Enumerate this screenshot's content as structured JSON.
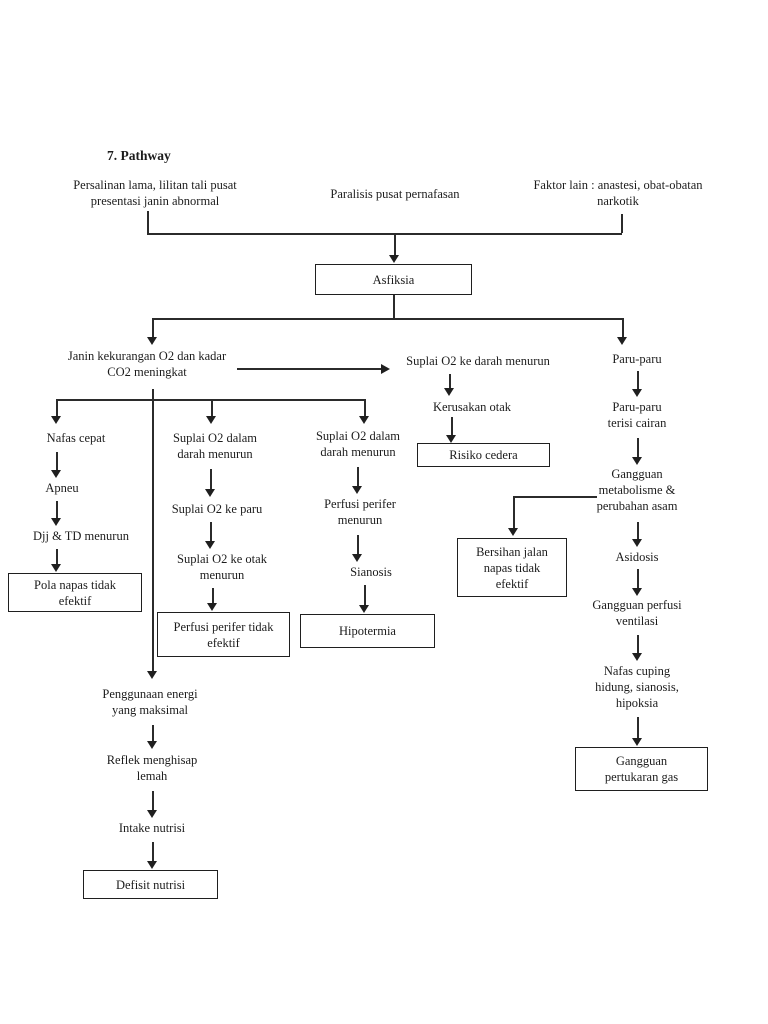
{
  "page": {
    "title": "7. Pathway",
    "background_color": "#ffffff",
    "line_color": "#2b2b2b",
    "text_color": "#1c1c1c"
  },
  "nodes": {
    "persalinan": {
      "lines": [
        "Persalinan lama, lilitan tali pusat",
        "presentasi janin abnormal"
      ]
    },
    "paralisis": {
      "lines": [
        "Paralisis pusat pernafasan"
      ]
    },
    "faktor_lain": {
      "lines": [
        "Faktor lain : anastesi, obat-obatan",
        "narkotik"
      ]
    },
    "asfiksia": {
      "lines": [
        "Asfiksia"
      ],
      "boxed": true
    },
    "janin": {
      "lines": [
        "Janin kekurangan O2 dan kadar",
        "CO2 meningkat"
      ]
    },
    "suplai_darah": {
      "lines": [
        "Suplai O2 ke darah menurun"
      ]
    },
    "kerusakan_otak": {
      "lines": [
        "Kerusakan otak"
      ]
    },
    "risiko_cedera": {
      "lines": [
        "Risiko cedera"
      ],
      "boxed": true
    },
    "paru": {
      "lines": [
        "Paru-paru"
      ]
    },
    "paru_cairan": {
      "lines": [
        "Paru-paru",
        "terisi cairan"
      ]
    },
    "gangguan_metabolisme": {
      "lines": [
        "Gangguan",
        "metabolisme &",
        "perubahan asam"
      ]
    },
    "asidosis": {
      "lines": [
        "Asidosis"
      ]
    },
    "gangguan_perfusi": {
      "lines": [
        "Gangguan perfusi",
        "ventilasi"
      ]
    },
    "nafas_cuping": {
      "lines": [
        "Nafas cuping",
        "hidung, sianosis,",
        "hipoksia"
      ]
    },
    "gangguan_pertukaran": {
      "lines": [
        "Gangguan",
        "pertukaran gas"
      ],
      "boxed": true
    },
    "bersihan": {
      "lines": [
        "Bersihan jalan",
        "napas tidak",
        "efektif"
      ],
      "boxed": true
    },
    "nafas_cepat": {
      "lines": [
        "Nafas cepat"
      ]
    },
    "apneu": {
      "lines": [
        "Apneu"
      ]
    },
    "djj": {
      "lines": [
        "Djj & TD menurun"
      ]
    },
    "pola_napas": {
      "lines": [
        "Pola napas tidak",
        "efektif"
      ],
      "boxed": true
    },
    "suplai_dalam_kiri": {
      "lines": [
        "Suplai O2 dalam",
        "darah menurun"
      ]
    },
    "suplai_ke_paru": {
      "lines": [
        "Suplai O2 ke paru"
      ]
    },
    "suplai_otak": {
      "lines": [
        "Suplai O2 ke otak",
        "menurun"
      ]
    },
    "perfusi_tidak_efektif": {
      "lines": [
        "Perfusi perifer tidak",
        "efektif"
      ],
      "boxed": true
    },
    "suplai_dalam_kanan": {
      "lines": [
        "Suplai O2 dalam",
        "darah menurun"
      ]
    },
    "perfusi_menurun": {
      "lines": [
        "Perfusi perifer",
        "menurun"
      ]
    },
    "sianosis": {
      "lines": [
        "Sianosis"
      ]
    },
    "hipotermia": {
      "lines": [
        "Hipotermia"
      ],
      "boxed": true
    },
    "penggunaan_energi": {
      "lines": [
        "Penggunaan energi",
        "yang maksimal"
      ]
    },
    "reflek": {
      "lines": [
        "Reflek menghisap",
        "lemah"
      ]
    },
    "intake": {
      "lines": [
        "Intake nutrisi"
      ]
    },
    "defisit": {
      "lines": [
        "Defisit nutrisi"
      ],
      "boxed": true
    }
  }
}
